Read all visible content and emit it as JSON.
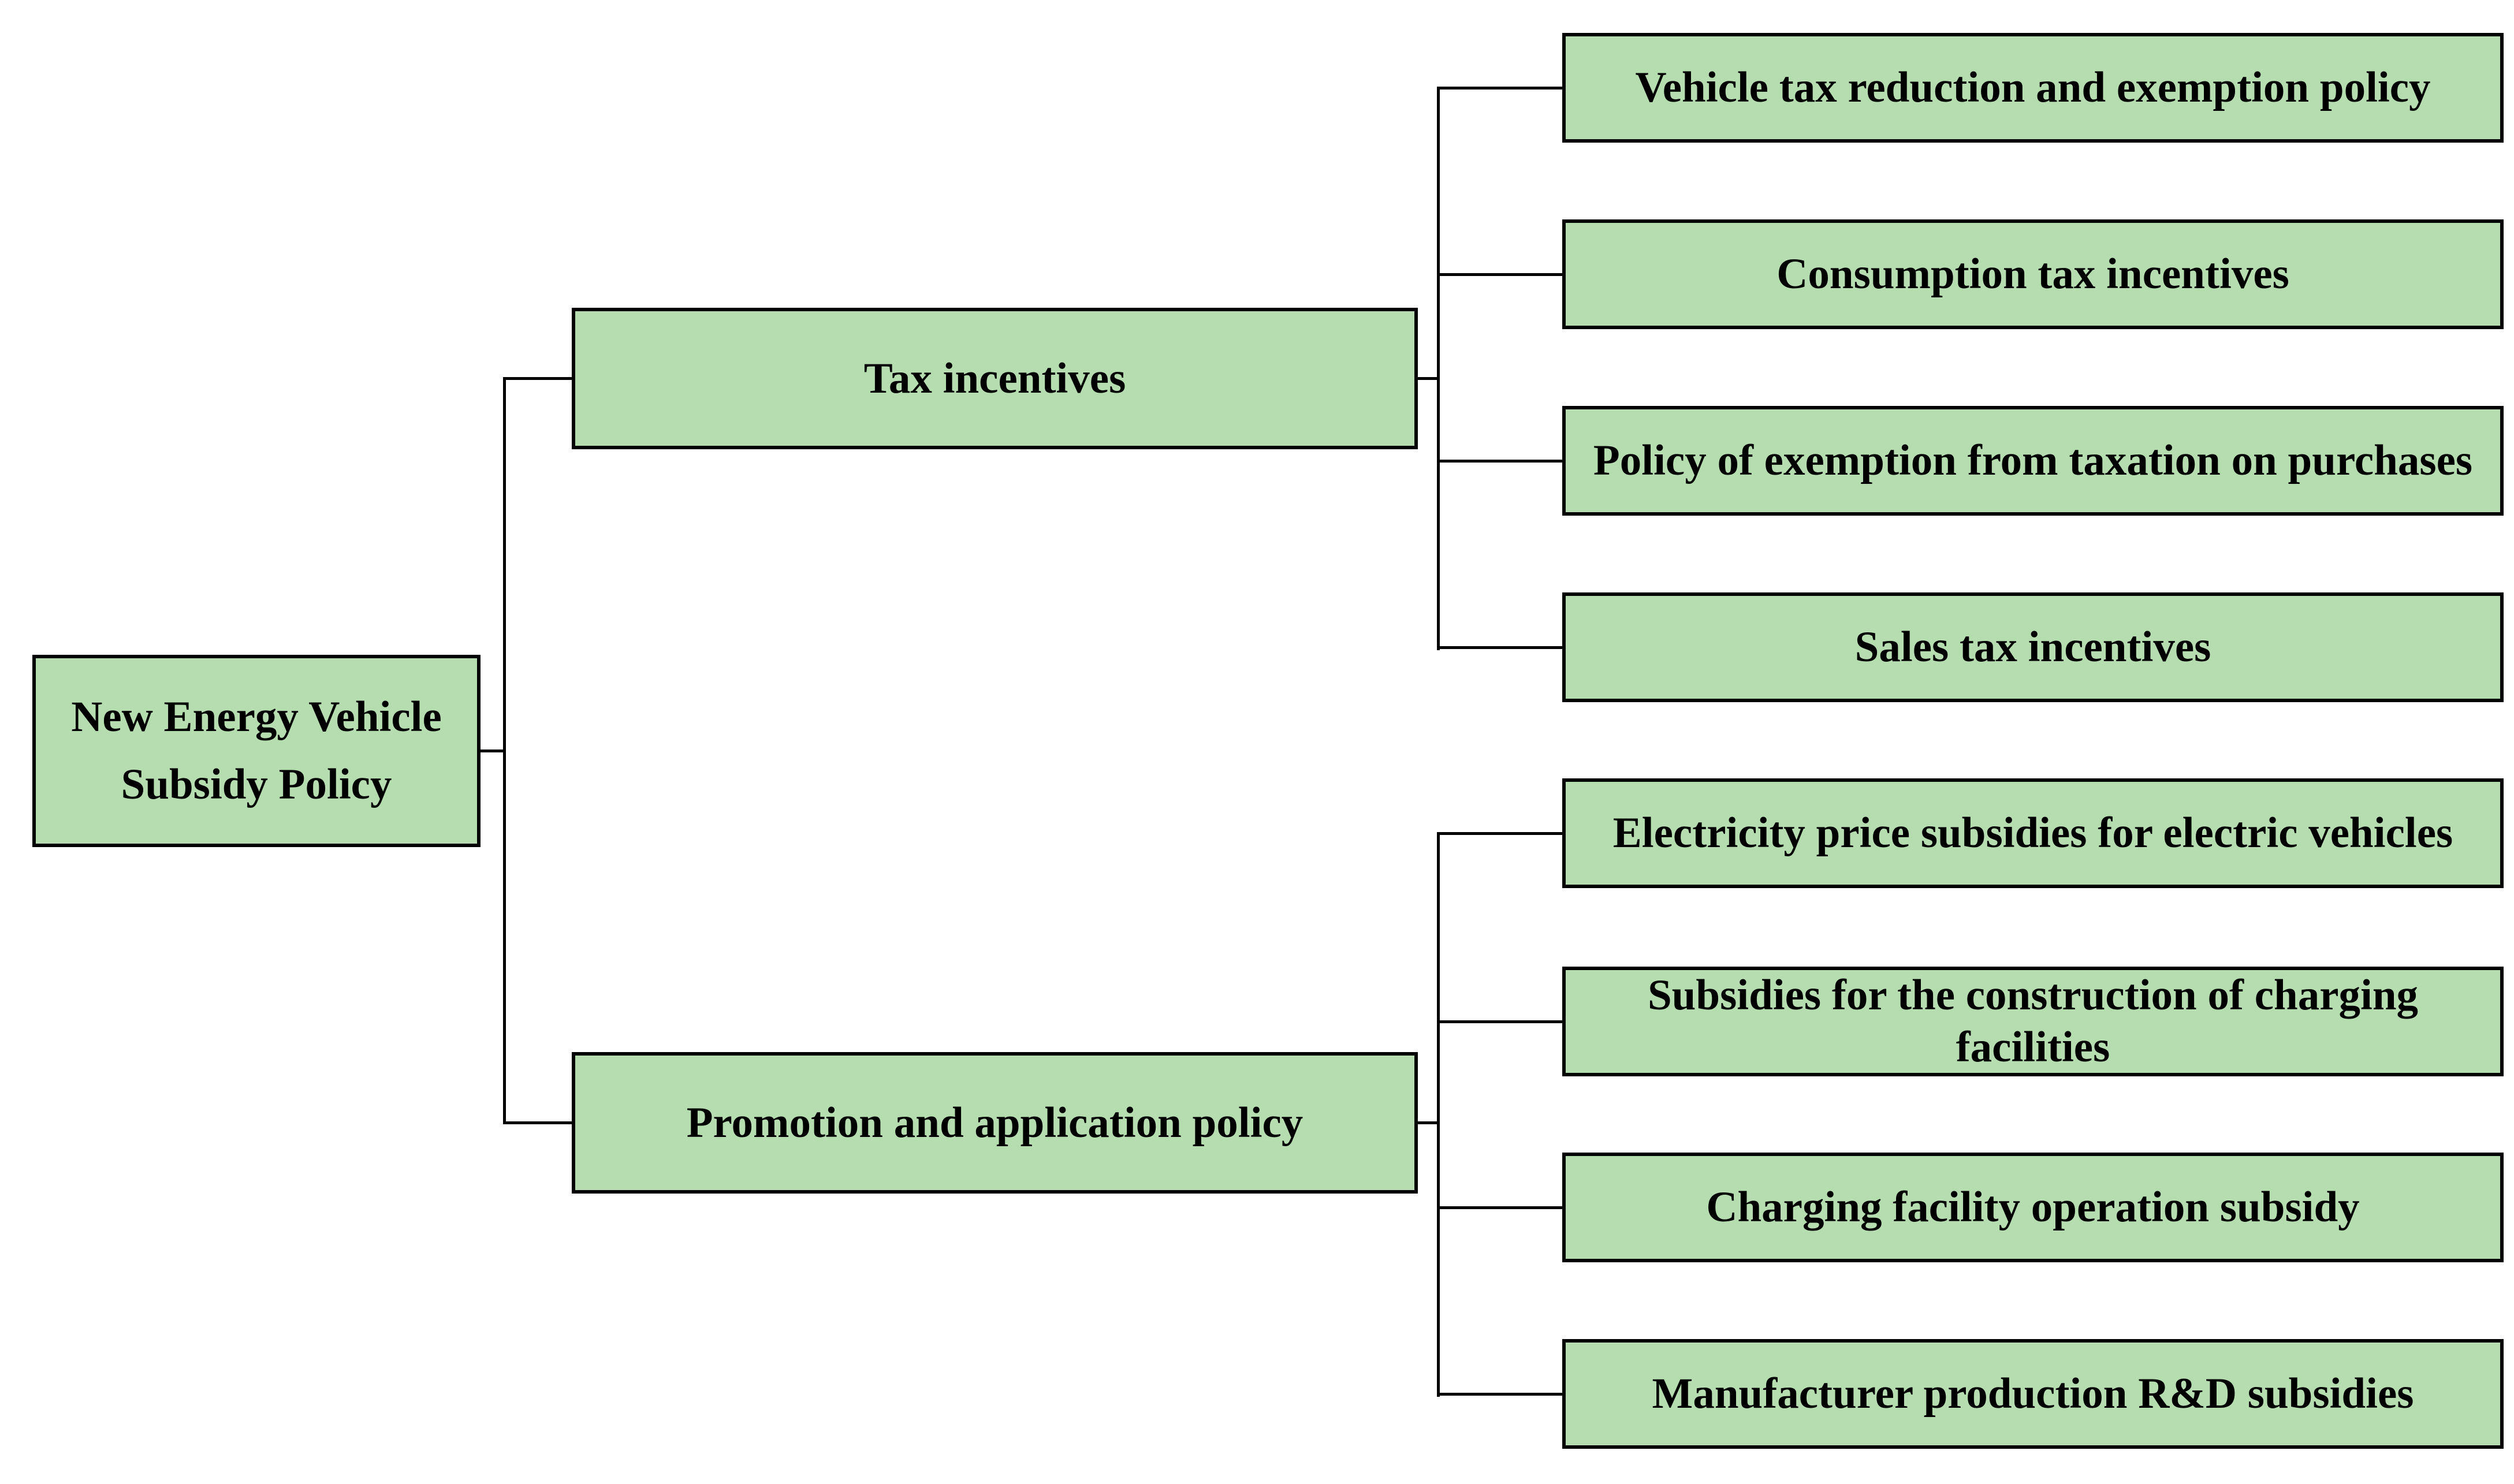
{
  "diagram": {
    "title": "New Energy Vehicle Subsidy Policy tree diagram",
    "root": {
      "line1": "New Energy Vehicle",
      "line2": "Subsidy Policy"
    },
    "branches": [
      {
        "label": "Tax incentives",
        "children": [
          "Vehicle tax reduction and exemption policy",
          "Consumption tax incentives",
          "Policy of exemption from taxation on purchases",
          "Sales tax incentives"
        ]
      },
      {
        "label": "Promotion and application policy",
        "children": [
          "Electricity price subsidies for electric vehicles",
          "Subsidies for the construction of charging facilities",
          "Charging facility operation subsidy",
          "Manufacturer production R&D subsidies"
        ]
      }
    ],
    "colors": {
      "node_fill": "#b5ddb0",
      "node_border": "#000000",
      "line": "#000000",
      "background": "#ffffff"
    }
  }
}
